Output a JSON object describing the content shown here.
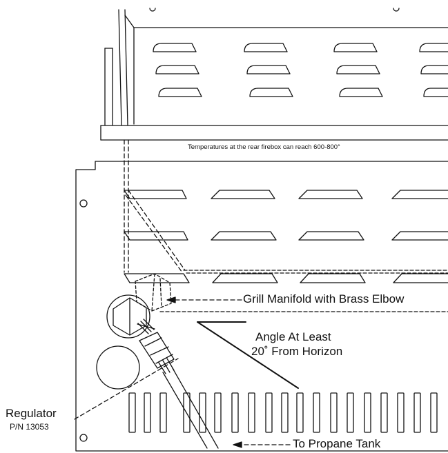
{
  "labels": {
    "rear_temperature": "Temperatures at the rear firebox can reach 600-800°",
    "manifold": "Grill Manifold with Brass Elbow",
    "angle_line1": "Angle  At Least",
    "angle_line2": "20˚ From Horizon",
    "regulator": "Regulator",
    "regulator_part": "P/N 13053",
    "tank": "To Propane Tank"
  },
  "colors": {
    "line": "#111111",
    "background": "#ffffff"
  }
}
